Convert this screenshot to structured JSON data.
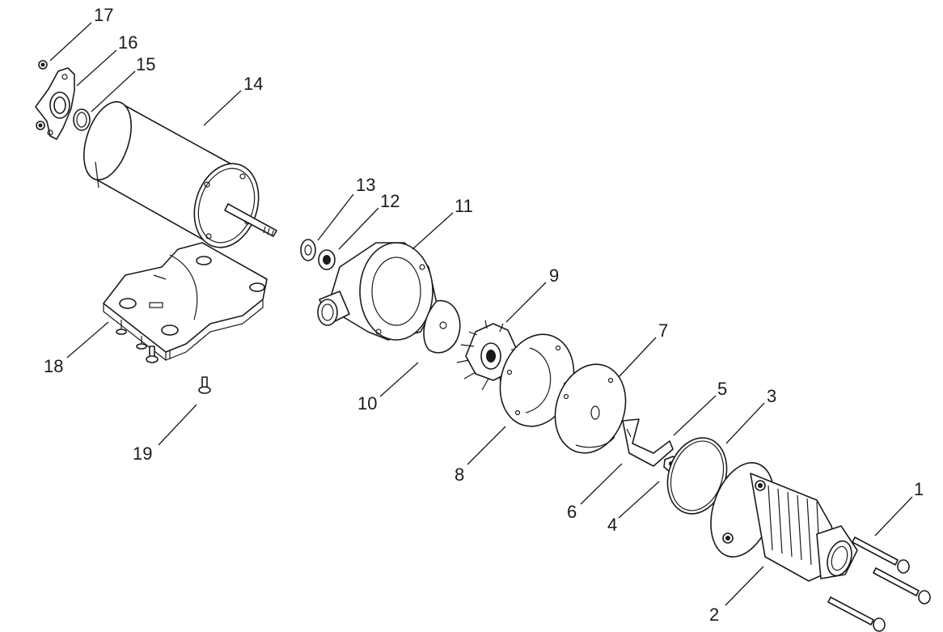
{
  "callouts": [
    {
      "id": "p1",
      "text": "1"
    },
    {
      "id": "p2",
      "text": "2"
    },
    {
      "id": "p3",
      "text": "3"
    },
    {
      "id": "p4",
      "text": "4"
    },
    {
      "id": "p5",
      "text": "5"
    },
    {
      "id": "p6",
      "text": "6"
    },
    {
      "id": "p7",
      "text": "7"
    },
    {
      "id": "p8",
      "text": "8"
    },
    {
      "id": "p9",
      "text": "9"
    },
    {
      "id": "p10",
      "text": "10"
    },
    {
      "id": "p11",
      "text": "11"
    },
    {
      "id": "p12",
      "text": "12"
    },
    {
      "id": "p13",
      "text": "13"
    },
    {
      "id": "p14",
      "text": "14"
    },
    {
      "id": "p15",
      "text": "15"
    },
    {
      "id": "p16",
      "text": "16"
    },
    {
      "id": "p17",
      "text": "17"
    },
    {
      "id": "p18",
      "text": "18"
    },
    {
      "id": "p19",
      "text": "19"
    }
  ]
}
